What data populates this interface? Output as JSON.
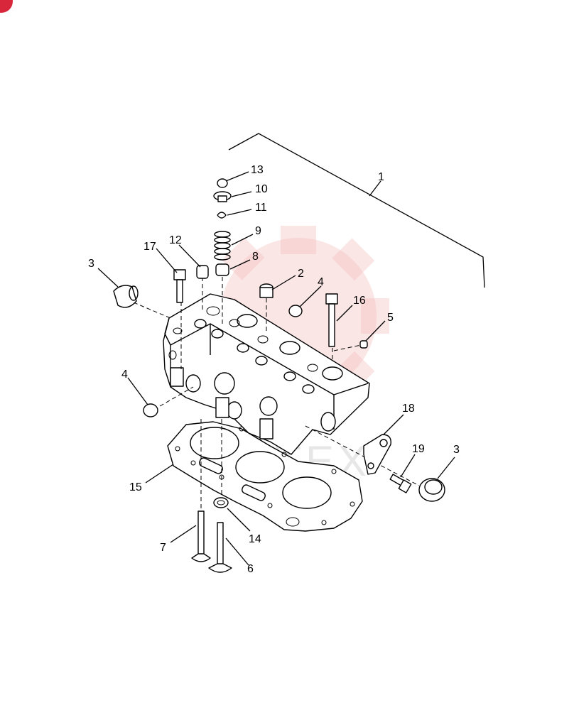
{
  "watermark": {
    "text": "KHTEX"
  },
  "labels": [
    {
      "id": "1",
      "text": "1"
    },
    {
      "id": "2",
      "text": "2"
    },
    {
      "id": "3a",
      "text": "3"
    },
    {
      "id": "3b",
      "text": "3"
    },
    {
      "id": "4a",
      "text": "4"
    },
    {
      "id": "4b",
      "text": "4"
    },
    {
      "id": "5",
      "text": "5"
    },
    {
      "id": "6",
      "text": "6"
    },
    {
      "id": "7",
      "text": "7"
    },
    {
      "id": "8",
      "text": "8"
    },
    {
      "id": "9",
      "text": "9"
    },
    {
      "id": "10",
      "text": "10"
    },
    {
      "id": "11",
      "text": "11"
    },
    {
      "id": "12",
      "text": "12"
    },
    {
      "id": "13",
      "text": "13"
    },
    {
      "id": "14",
      "text": "14"
    },
    {
      "id": "15",
      "text": "15"
    },
    {
      "id": "16",
      "text": "16"
    },
    {
      "id": "17",
      "text": "17"
    },
    {
      "id": "18",
      "text": "18"
    },
    {
      "id": "19",
      "text": "19"
    }
  ]
}
